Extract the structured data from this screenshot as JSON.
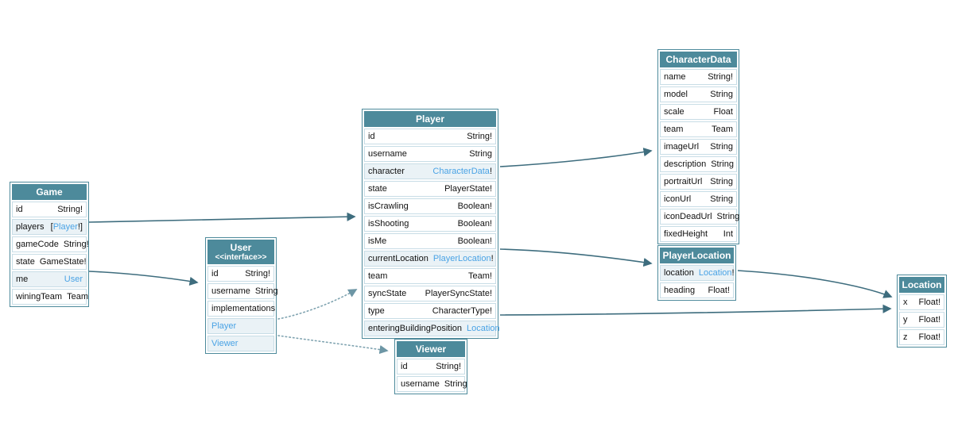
{
  "colors": {
    "header_bg": "#4d8a9b",
    "type_link": "#4aa3e5",
    "edge_solid": "#3e6d7e",
    "edge_dotted": "#7fa3b0",
    "link_row_bg": "#eaf2f6"
  },
  "tables": {
    "game": {
      "title": "Game",
      "fields": [
        {
          "name": "id",
          "type": "String!",
          "link": false
        },
        {
          "name": "players",
          "prefix": "[",
          "type": "Player",
          "suffix": "!]",
          "link": true
        },
        {
          "name": "gameCode",
          "type": "String!",
          "link": false
        },
        {
          "name": "state",
          "type": "GameState!",
          "link": false
        },
        {
          "name": "me",
          "type": "User",
          "link": true
        },
        {
          "name": "winingTeam",
          "type": "Team",
          "link": false
        }
      ]
    },
    "user": {
      "title": "User",
      "subtitle": "<<interface>>",
      "fields": [
        {
          "name": "id",
          "type": "String!",
          "link": false
        },
        {
          "name": "username",
          "type": "String",
          "link": false
        },
        {
          "kind": "section",
          "label": "implementations"
        },
        {
          "kind": "impl",
          "label": "Player"
        },
        {
          "kind": "impl",
          "label": "Viewer"
        }
      ]
    },
    "player": {
      "title": "Player",
      "fields": [
        {
          "name": "id",
          "type": "String!",
          "link": false
        },
        {
          "name": "username",
          "type": "String",
          "link": false
        },
        {
          "name": "character",
          "type": "CharacterData",
          "suffix": "!",
          "link": true
        },
        {
          "name": "state",
          "type": "PlayerState!",
          "link": false
        },
        {
          "name": "isCrawling",
          "type": "Boolean!",
          "link": false
        },
        {
          "name": "isShooting",
          "type": "Boolean!",
          "link": false
        },
        {
          "name": "isMe",
          "type": "Boolean!",
          "link": false
        },
        {
          "name": "currentLocation",
          "type": "PlayerLocation",
          "suffix": "!",
          "link": true
        },
        {
          "name": "team",
          "type": "Team!",
          "link": false
        },
        {
          "name": "syncState",
          "type": "PlayerSyncState!",
          "link": false
        },
        {
          "name": "type",
          "type": "CharacterType!",
          "link": false
        },
        {
          "name": "enteringBuildingPosition",
          "type": "Location",
          "link": true
        }
      ]
    },
    "characterdata": {
      "title": "CharacterData",
      "fields": [
        {
          "name": "name",
          "type": "String!",
          "link": false
        },
        {
          "name": "model",
          "type": "String",
          "link": false
        },
        {
          "name": "scale",
          "type": "Float",
          "link": false
        },
        {
          "name": "team",
          "type": "Team",
          "link": false
        },
        {
          "name": "imageUrl",
          "type": "String",
          "link": false
        },
        {
          "name": "description",
          "type": "String",
          "link": false
        },
        {
          "name": "portraitUrl",
          "type": "String",
          "link": false
        },
        {
          "name": "iconUrl",
          "type": "String",
          "link": false
        },
        {
          "name": "iconDeadUrl",
          "type": "String",
          "link": false
        },
        {
          "name": "fixedHeight",
          "type": "Int",
          "link": false
        }
      ]
    },
    "playerlocation": {
      "title": "PlayerLocation",
      "fields": [
        {
          "name": "location",
          "type": "Location",
          "suffix": "!",
          "link": true
        },
        {
          "name": "heading",
          "type": "Float!",
          "link": false
        }
      ]
    },
    "location": {
      "title": "Location",
      "fields": [
        {
          "name": "x",
          "type": "Float!",
          "link": false
        },
        {
          "name": "y",
          "type": "Float!",
          "link": false
        },
        {
          "name": "z",
          "type": "Float!",
          "link": false
        }
      ]
    },
    "viewer": {
      "title": "Viewer",
      "fields": [
        {
          "name": "id",
          "type": "String!",
          "link": false
        },
        {
          "name": "username",
          "type": "String",
          "link": false
        }
      ]
    }
  },
  "edges": [
    {
      "id": "game-players-to-player",
      "from": "Game.players",
      "to": "Player",
      "style": "solid"
    },
    {
      "id": "game-me-to-user",
      "from": "Game.me",
      "to": "User",
      "style": "solid"
    },
    {
      "id": "player-character-to-characterdata",
      "from": "Player.character",
      "to": "CharacterData",
      "style": "solid"
    },
    {
      "id": "player-currentlocation-to-playerlocation",
      "from": "Player.currentLocation",
      "to": "PlayerLocation",
      "style": "solid"
    },
    {
      "id": "player-enteringbuildingposition-to-location",
      "from": "Player.enteringBuildingPosition",
      "to": "Location",
      "style": "solid"
    },
    {
      "id": "playerlocation-location-to-location",
      "from": "PlayerLocation.location",
      "to": "Location",
      "style": "solid"
    },
    {
      "id": "user-player-to-player",
      "from": "User.Player",
      "to": "Player",
      "style": "dotted"
    },
    {
      "id": "user-viewer-to-viewer",
      "from": "User.Viewer",
      "to": "Viewer",
      "style": "dotted"
    }
  ]
}
